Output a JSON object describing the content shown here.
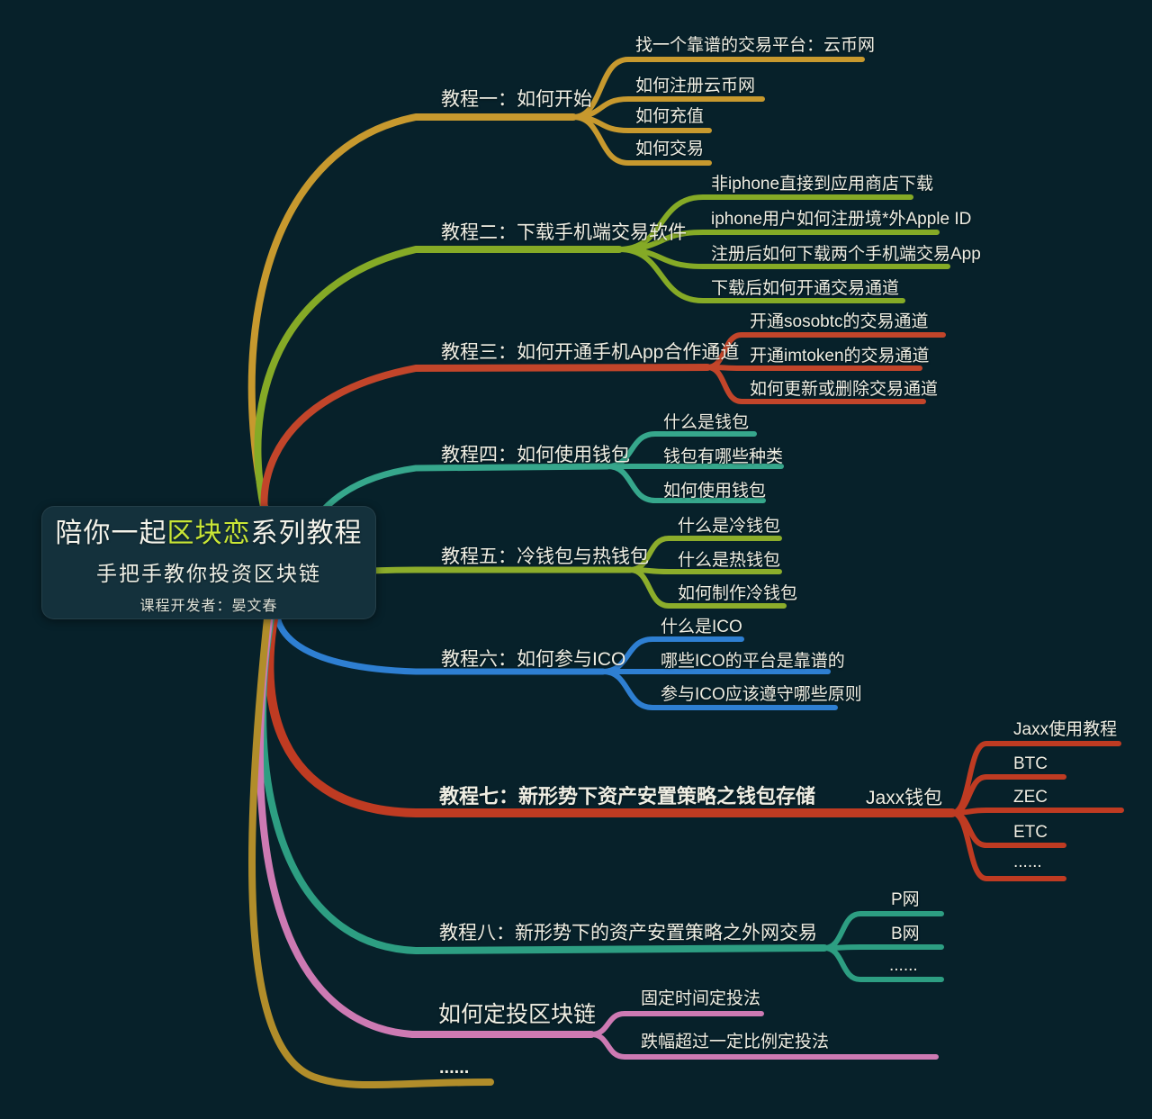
{
  "canvas": {
    "background": "#07212a"
  },
  "center": {
    "title_prefix": "陪你一起",
    "title_highlight": "区块恋",
    "title_suffix": "系列教程",
    "subtitle": "手把手教你投资区块链",
    "author": "课程开发者：晏文春",
    "highlight_color": "#c9e636",
    "box_color": "#14313c"
  },
  "branches": [
    {
      "label": "教程一：如何开始",
      "color": "#c7992e",
      "children": [
        "找一个靠谱的交易平台：云币网",
        "如何注册云币网",
        "如何充值",
        "如何交易"
      ]
    },
    {
      "label": "教程二：下载手机端交易软件",
      "color": "#85aa26",
      "children": [
        "非iphone直接到应用商店下载",
        "iphone用户如何注册境*外Apple ID",
        "注册后如何下载两个手机端交易App",
        "下载后如何开通交易通道"
      ]
    },
    {
      "label": "教程三：如何开通手机App合作通道",
      "color": "#c2452a",
      "children": [
        "开通sosobtc的交易通道",
        "开通imtoken的交易通道",
        "如何更新或删除交易通道"
      ]
    },
    {
      "label": "教程四：如何使用钱包",
      "color": "#36a78c",
      "children": [
        "什么是钱包",
        "钱包有哪些种类",
        "如何使用钱包"
      ]
    },
    {
      "label": "教程五：冷钱包与热钱包",
      "color": "#8cad2b",
      "children": [
        "什么是冷钱包",
        "什么是热钱包",
        "如何制作冷钱包"
      ]
    },
    {
      "label": "教程六：如何参与ICO",
      "color": "#2e7fd2",
      "children": [
        "什么是ICO",
        "哪些ICO的平台是靠谱的",
        "参与ICO应该遵守哪些原则"
      ]
    },
    {
      "label": "教程七：新形势下资产安置策略之钱包存储",
      "color": "#bf3b22",
      "bold": true,
      "midlabel": "Jaxx钱包",
      "children": [
        "Jaxx使用教程",
        "BTC",
        "ZEC",
        "ETC",
        "......"
      ]
    },
    {
      "label": "教程八：新形势下的资产安置策略之外网交易",
      "color": "#2d9e82",
      "children": [
        "P网",
        "B网",
        "......"
      ]
    },
    {
      "label": "如何定投区块链",
      "color": "#cd7ab3",
      "children": [
        "固定时间定投法",
        "跌幅超过一定比例定投法"
      ]
    },
    {
      "label": "......",
      "color": "#b18d2a",
      "bold": true,
      "children": []
    }
  ]
}
